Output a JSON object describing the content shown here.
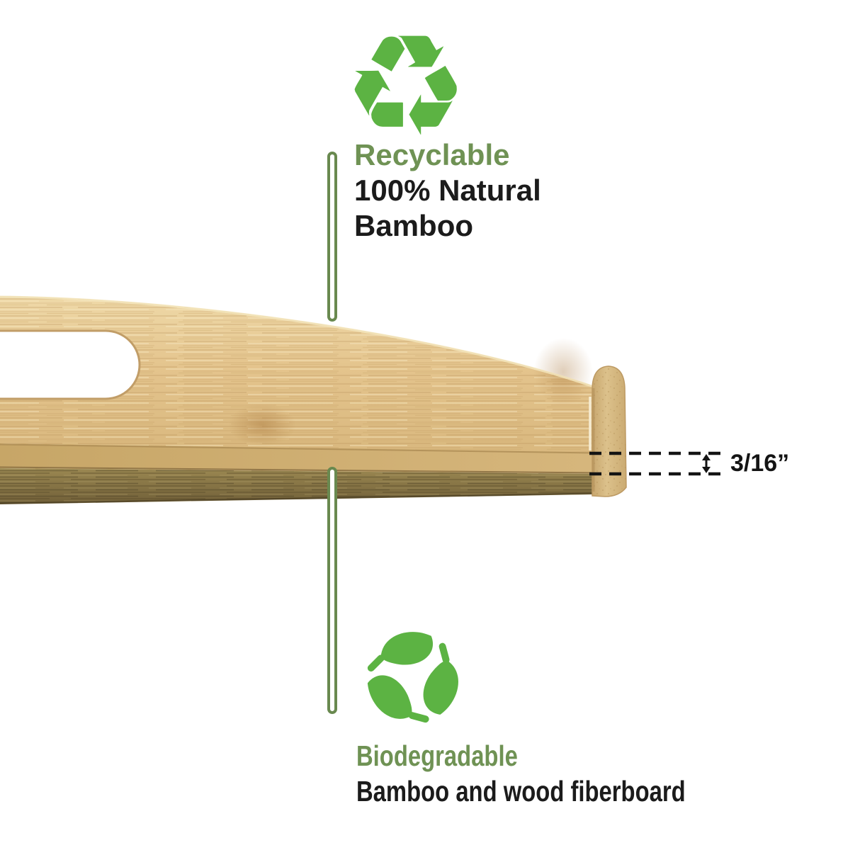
{
  "title": "Bamboo tray material infographic",
  "colors": {
    "icon_green": "#5cb343",
    "label_green": "#6f9254",
    "connector_green": "#69894f",
    "ink": "#1b1b1b",
    "wood_face": "#e2c28c",
    "wood_floor_edge": "#cdac6e",
    "wood_fiberboard": "#8a774a"
  },
  "icons": {
    "recycle_glyph": "♻",
    "recycle": "recycle-icon",
    "biodegradable": "biodegradable-leaves-icon"
  },
  "top_callout": {
    "heading": "Recyclable",
    "lines": [
      "100% Natural",
      "Bamboo"
    ]
  },
  "dimension": {
    "label": "3/16”"
  },
  "bottom_callout": {
    "heading": "Biodegradable",
    "lines": [
      "Bamboo and wood fiberboard"
    ]
  }
}
